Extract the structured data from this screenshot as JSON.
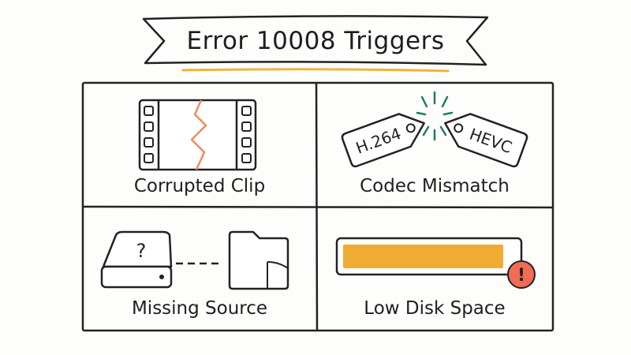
{
  "title": "Error 10008 Triggers",
  "colors": {
    "ink": "#222222",
    "accent_orange": "#f08a5d",
    "bar_yellow": "#f0ac32",
    "alert_red": "#f26b55",
    "spark_teal": "#1f7a6d",
    "underline_gold": "#f0b23a"
  },
  "cells": [
    {
      "label": "Corrupted Clip",
      "icon": "film-strip-crack-icon"
    },
    {
      "label": "Codec Mismatch",
      "icon": "codec-tags-icon",
      "tags": [
        "H.264",
        "HEVC"
      ]
    },
    {
      "label": "Missing Source",
      "icon": "drive-folder-icon",
      "symbol": "?"
    },
    {
      "label": "Low Disk Space",
      "icon": "disk-bar-icon",
      "alert": "!",
      "fill_fraction": 0.93
    }
  ]
}
